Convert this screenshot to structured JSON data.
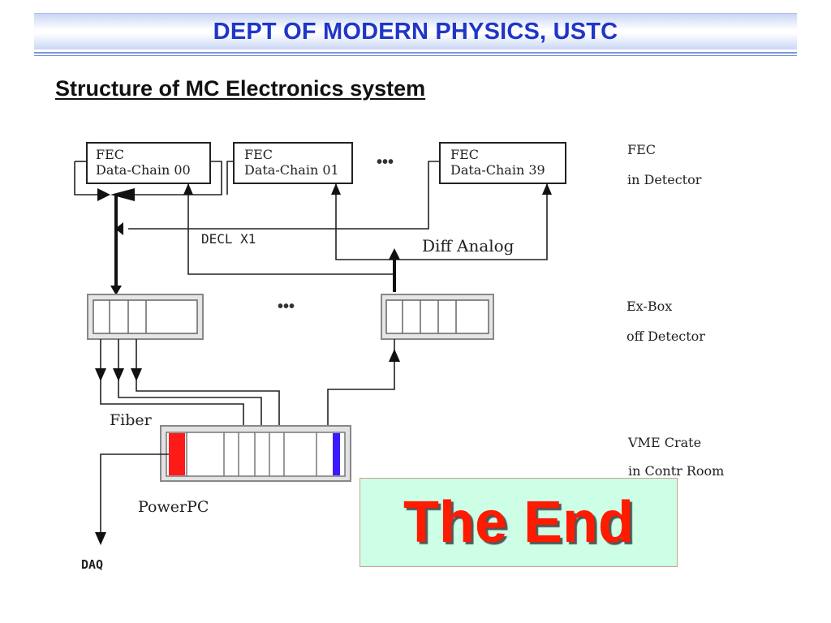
{
  "header": {
    "title": "DEPT OF MODERN PHYSICS, USTC"
  },
  "slide": {
    "heading": "Structure of MC Electronics system"
  },
  "diagram": {
    "fec_boxes": [
      {
        "line1": "FEC",
        "line2": "Data-Chain 00"
      },
      {
        "line1": "FEC",
        "line2": "Data-Chain 01"
      },
      {
        "line1": "FEC",
        "line2": "Data-Chain 39"
      }
    ],
    "ellipsis": "•••",
    "decl_label": "DECL  X1",
    "diff_analog_label": "Diff Analog",
    "fiber_label": "Fiber",
    "powerpc_label": "PowerPC",
    "daq_label": "DAQ",
    "legend": {
      "fec": [
        "FEC",
        "in Detector"
      ],
      "exbox": [
        "Ex-Box",
        "off Detector"
      ],
      "vme": [
        "VME Crate",
        "in Contr Room"
      ]
    },
    "colors": {
      "red_slot": "#ff1a1a",
      "blue_slot": "#3a1aff"
    }
  },
  "end_banner": {
    "text": "The End"
  }
}
